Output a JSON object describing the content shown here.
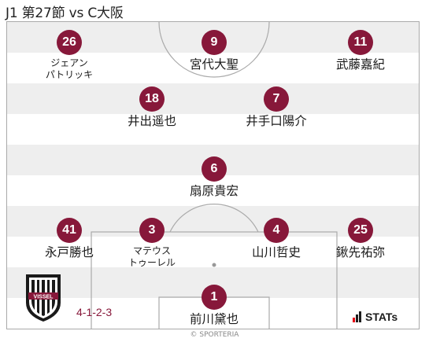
{
  "header": {
    "title": "J1 第27節 vs C大阪"
  },
  "lineup": {
    "formation": "4-1-2-3",
    "accent_color": "#87183a",
    "players": [
      {
        "number": "26",
        "name": "ジェアン\nパトリッキ"
      },
      {
        "number": "9",
        "name": "宮代大聖"
      },
      {
        "number": "11",
        "name": "武藤嘉紀"
      },
      {
        "number": "18",
        "name": "井出遥也"
      },
      {
        "number": "7",
        "name": "井手口陽介"
      },
      {
        "number": "6",
        "name": "扇原貴宏"
      },
      {
        "number": "41",
        "name": "永戸勝也"
      },
      {
        "number": "3",
        "name": "マテウス\nトゥーレル"
      },
      {
        "number": "4",
        "name": "山川哲史"
      },
      {
        "number": "25",
        "name": "鍬先祐弥"
      },
      {
        "number": "1",
        "name": "前川黛也"
      }
    ]
  },
  "branding": {
    "club_logo_text": "VISSEL",
    "stats_logo_text": "STATs",
    "copyright": "© SPORTERIA"
  }
}
